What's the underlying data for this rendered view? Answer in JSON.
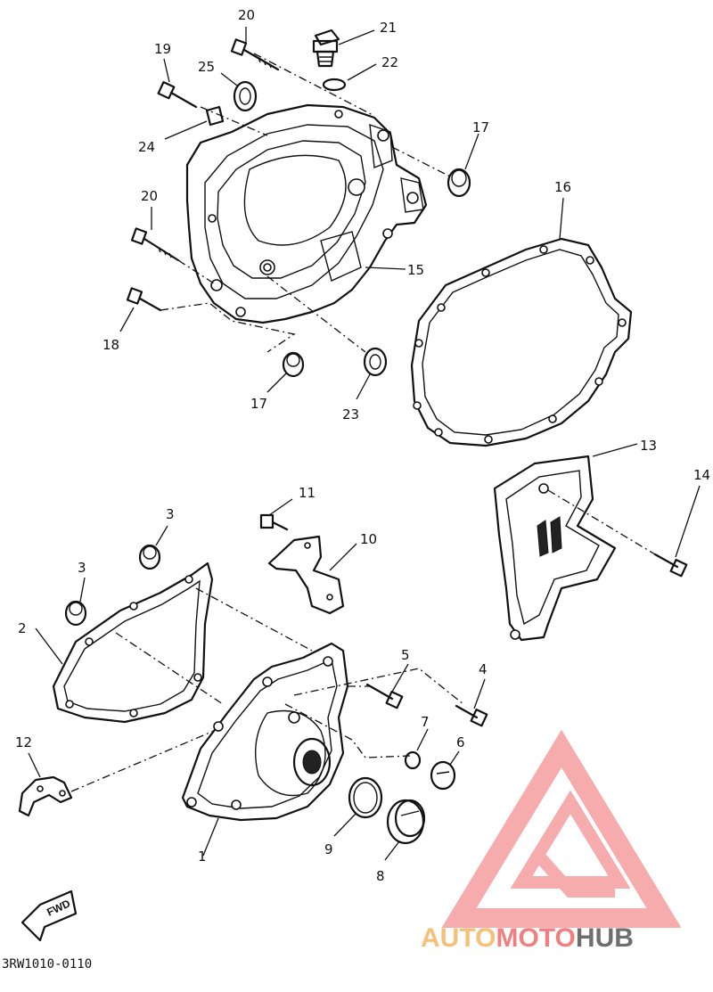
{
  "callouts": {
    "c1": "1",
    "c2": "2",
    "c3a": "3",
    "c3b": "3",
    "c5": "5",
    "c4": "4",
    "c6": "6",
    "c7": "7",
    "c8": "8",
    "c9": "9",
    "c10": "10",
    "c11": "11",
    "c12": "12",
    "c13": "13",
    "c14": "14",
    "c15": "15",
    "c16": "16",
    "c17a": "17",
    "c17b": "17",
    "c18": "18",
    "c19": "19",
    "c20a": "20",
    "c20b": "20",
    "c21": "21",
    "c22": "22",
    "c23": "23",
    "c24": "24",
    "c25": "25"
  },
  "drawing_code": "3RW1010-0110",
  "fwd_label": "FWD",
  "watermark": {
    "part1": "AUTO",
    "part2": "MOTO",
    "part3": "HUB",
    "color_light": "#f4c07a",
    "color_mid": "#f08080",
    "color_dark": "#6e6e6e"
  }
}
